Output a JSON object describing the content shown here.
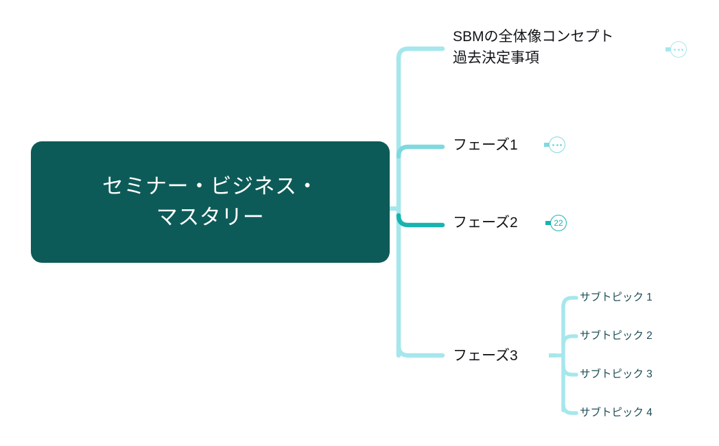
{
  "diagram": {
    "type": "mind-map",
    "colors": {
      "root_fill": "#0d5b58",
      "root_text": "#ffffff",
      "connector_pale": "#a5e7ec",
      "connector_medium": "#7fd9de",
      "connector_strong": "#17b3b0",
      "branch_text": "#111417",
      "subtopic_text": "#1b4d55",
      "background": "#ffffff"
    },
    "root": {
      "label": "セミナー・ビジネス・\nマスタリー"
    },
    "branches": [
      {
        "label": "SBMの全体像コンセプト\n過去決定事項",
        "connector_color": "#a5e7ec",
        "badge": {
          "kind": "dots",
          "value": "",
          "color": "#a5e7ec"
        }
      },
      {
        "label": "フェーズ1",
        "connector_color": "#7fd9de",
        "badge": {
          "kind": "dots",
          "value": "",
          "color": "#7fd9de"
        }
      },
      {
        "label": "フェーズ2",
        "connector_color": "#17b3b0",
        "badge": {
          "kind": "count",
          "value": "22",
          "color": "#17b3b0"
        }
      },
      {
        "label": "フェーズ3",
        "connector_color": "#a5e7ec",
        "badge": {
          "kind": "stub",
          "value": "",
          "color": "#a5e7ec"
        },
        "children": [
          {
            "label": "サブトピック 1"
          },
          {
            "label": "サブトピック 2"
          },
          {
            "label": "サブトピック 3"
          },
          {
            "label": "サブトピック 4"
          }
        ]
      }
    ]
  }
}
